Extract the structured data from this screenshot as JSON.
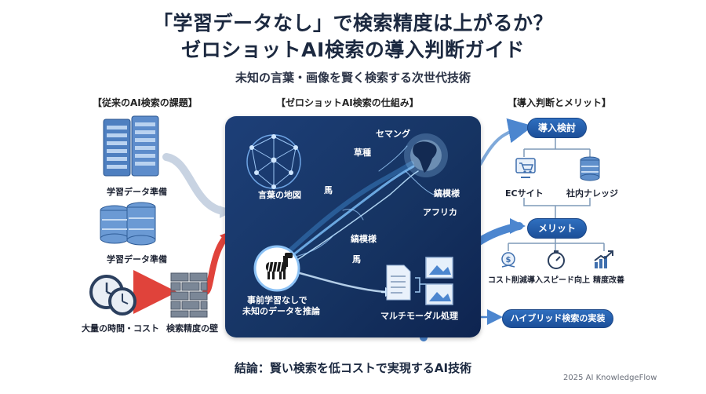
{
  "header": {
    "title_line1": "「学習データなし」で検索精度は上がるか？",
    "title_line2": "ゼロショットAI検索の導入判断ガイド",
    "subtitle": "未知の言葉・画像を賢く検索する次世代技術"
  },
  "left": {
    "heading": "【従来のAI検索の課題】",
    "labels": [
      "学習データ準備",
      "学習データ準備",
      "大量の時間・コスト",
      "検索精度の壁"
    ]
  },
  "center": {
    "heading": "【ゼロショットAI検索の仕組み】",
    "word_map_label": "言葉の地図",
    "words": [
      "セマング",
      "草種",
      "縞模様",
      "馬",
      "アフリカ",
      "縞模様",
      "馬"
    ],
    "inference_label_line1": "事前学習なしで",
    "inference_label_line2": "未知のデータを推論",
    "multimodal_label": "マルチモーダル処理"
  },
  "right": {
    "heading": "【導入判断とメリット】",
    "step1": "導入検討",
    "options": [
      "ECサイト",
      "社内ナレッジ"
    ],
    "step2": "メリット",
    "benefits": [
      "コスト削減",
      "導入スピード向上",
      "精度改善"
    ],
    "step3": "ハイブリッド検索の実装"
  },
  "footer": {
    "conclusion": "結論：賢い検索を低コストで実現するAI技術",
    "credit": "2025 AI KnowledgeFlow"
  },
  "colors": {
    "navy": "#163463",
    "accent_blue": "#2f6fbf",
    "red_arrow": "#e0433b"
  },
  "icons": [
    "server-rack-icon",
    "database-stack-icon",
    "clock-icon",
    "brick-wall-icon",
    "network-globe-icon",
    "africa-map-icon",
    "zebra-icon",
    "document-icon",
    "image-icon",
    "cart-icon",
    "database-icon",
    "coin-icon",
    "stopwatch-icon",
    "growth-chart-icon"
  ]
}
